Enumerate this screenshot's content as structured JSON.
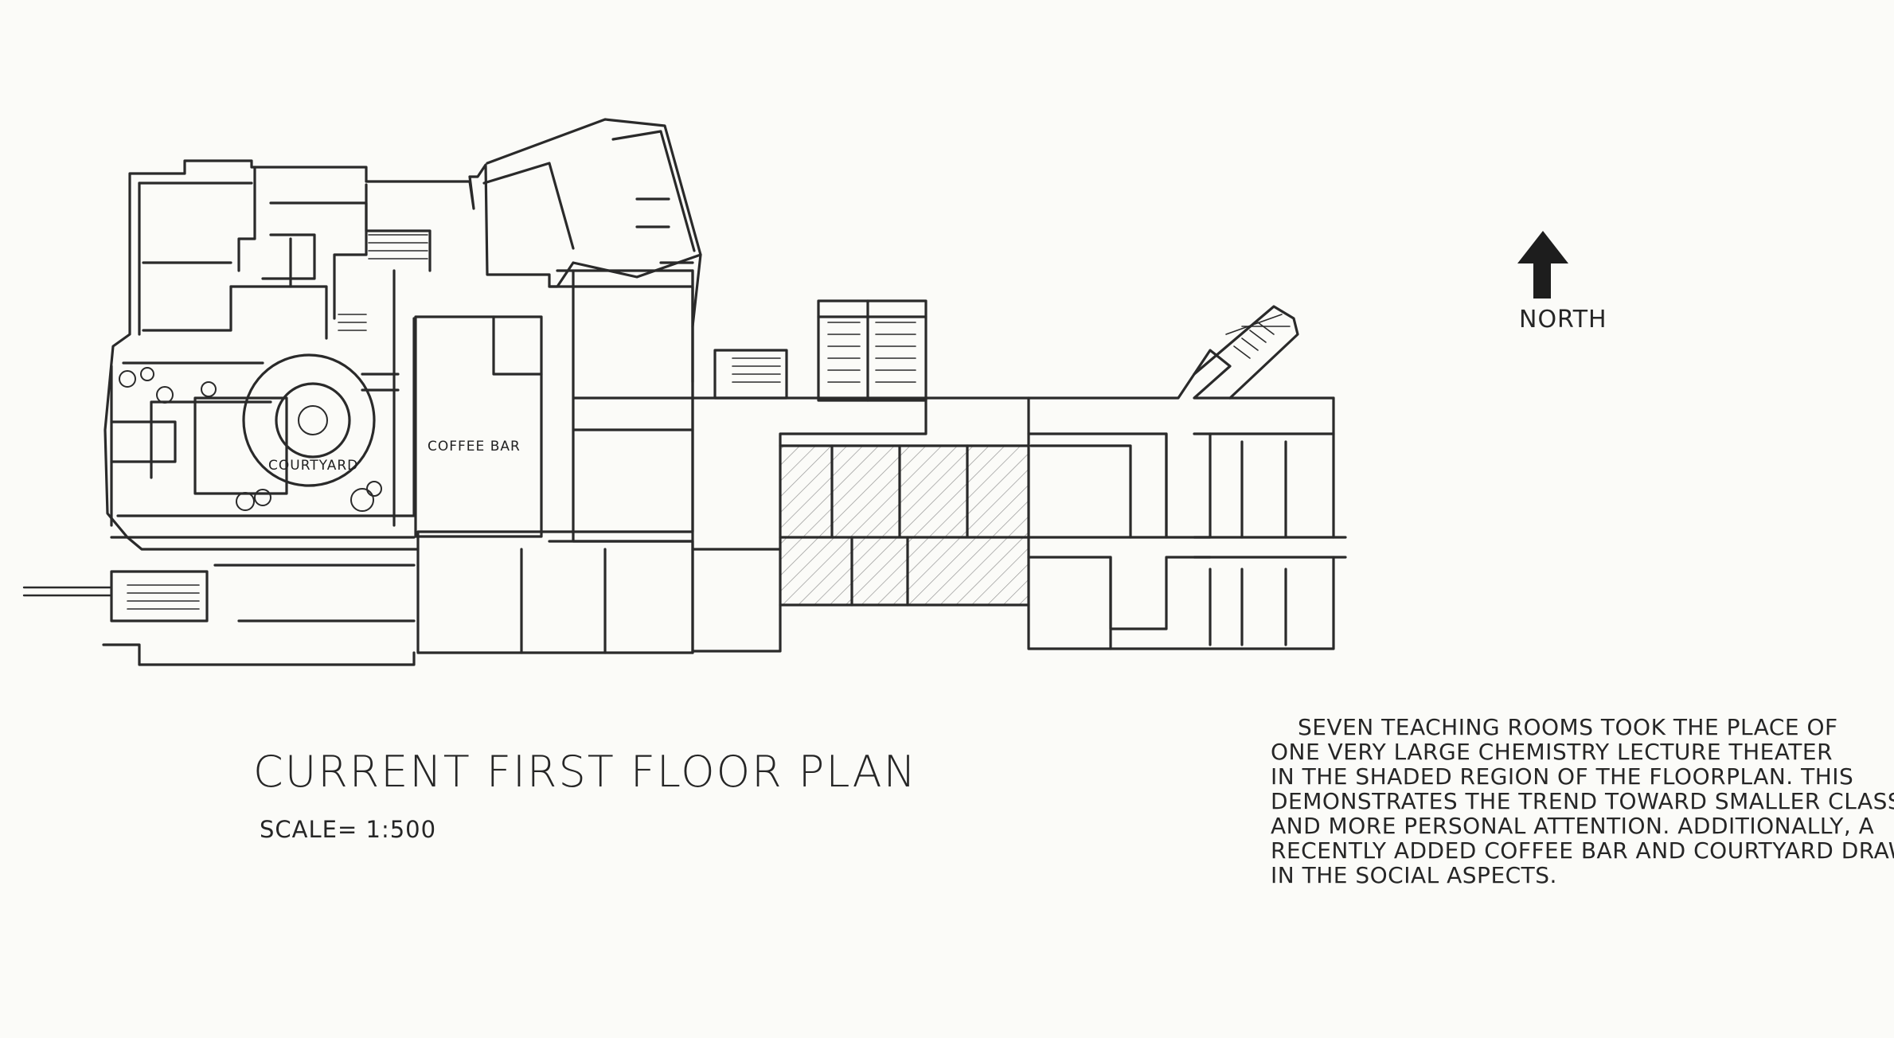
{
  "plan": {
    "labels": {
      "courtyard": "COURTYARD",
      "coffee_bar": "COFFEE BAR"
    },
    "colors": {
      "ink": "#2a2a2a",
      "paper": "#fbfbf8",
      "shade": "#cfcfcf"
    }
  },
  "compass": {
    "arrow_icon": "north-arrow-icon",
    "label": "NORTH"
  },
  "title": "CURRENT FIRST FLOOR PLAN",
  "scale": "SCALE= 1:500",
  "description": {
    "lines": [
      "SEVEN TEACHING ROOMS TOOK THE PLACE OF",
      "ONE VERY LARGE CHEMISTRY LECTURE THEATER",
      "IN THE SHADED REGION OF THE FLOORPLAN. THIS",
      "DEMONSTRATES THE TREND TOWARD SMALLER CLASSES",
      "AND MORE PERSONAL ATTENTION. ADDITIONALLY, A",
      "RECENTLY ADDED COFFEE BAR AND COURTYARD DRAW",
      "IN THE SOCIAL ASPECTS."
    ]
  }
}
